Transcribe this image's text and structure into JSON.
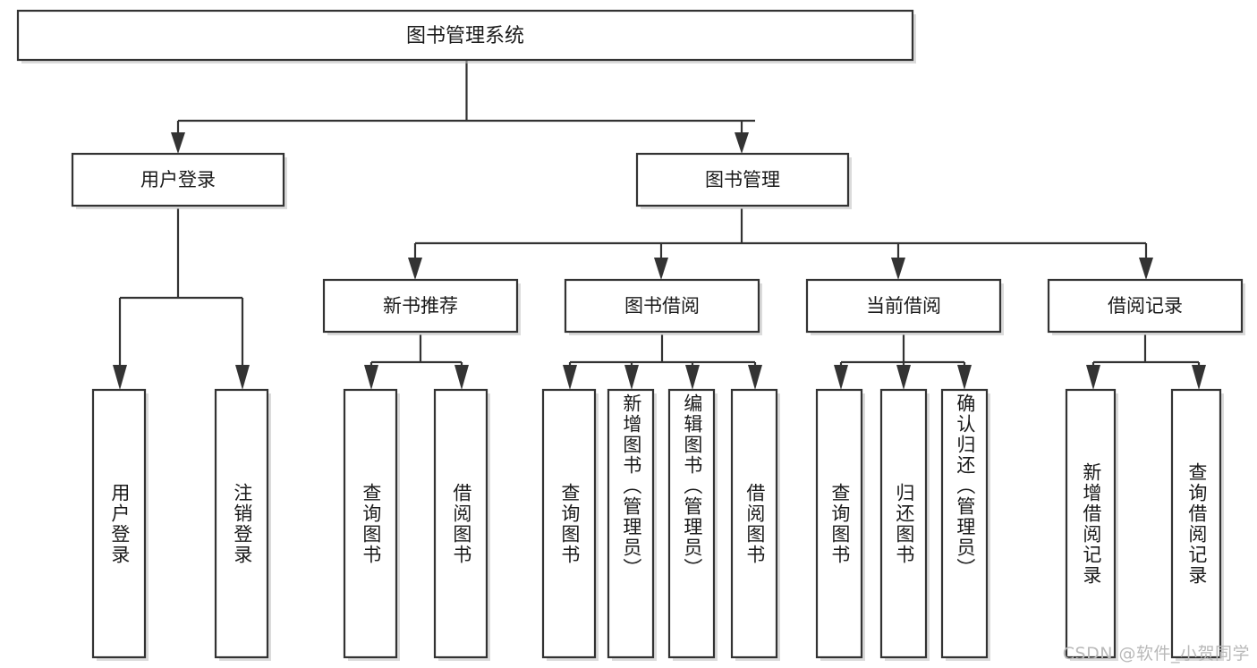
{
  "diagram": {
    "type": "tree",
    "orientation": "top-down",
    "title": "图书管理系统",
    "colors": {
      "box_fill": "#FFFFFF",
      "box_stroke": "#333333",
      "text": "#1A1A1A",
      "background": "#FFFFFF",
      "watermark": "#B9B9B9"
    },
    "root": {
      "label": "图书管理系统"
    },
    "level2": [
      {
        "label": "用户登录"
      },
      {
        "label": "图书管理"
      }
    ],
    "level3": [
      {
        "label": "新书推荐"
      },
      {
        "label": "图书借阅"
      },
      {
        "label": "当前借阅"
      },
      {
        "label": "借阅记录"
      }
    ],
    "leaves": {
      "user_login": [
        {
          "label": "用户登录"
        },
        {
          "label": "注销登录"
        }
      ],
      "new_book_recommend": [
        {
          "label": "查询图书"
        },
        {
          "label": "借阅图书"
        }
      ],
      "book_borrow": [
        {
          "label": "查询图书"
        },
        {
          "label": "新增图书（管理员）"
        },
        {
          "label": "编辑图书（管理员）"
        },
        {
          "label": "借阅图书"
        }
      ],
      "current_borrow": [
        {
          "label": "查询图书"
        },
        {
          "label": "归还图书"
        },
        {
          "label": "确认归还（管理员）"
        }
      ],
      "borrow_record": [
        {
          "label": "新增借阅记录"
        },
        {
          "label": "查询借阅记录"
        }
      ]
    }
  },
  "watermark": {
    "text": "CSDN @软件_小贺同学"
  }
}
